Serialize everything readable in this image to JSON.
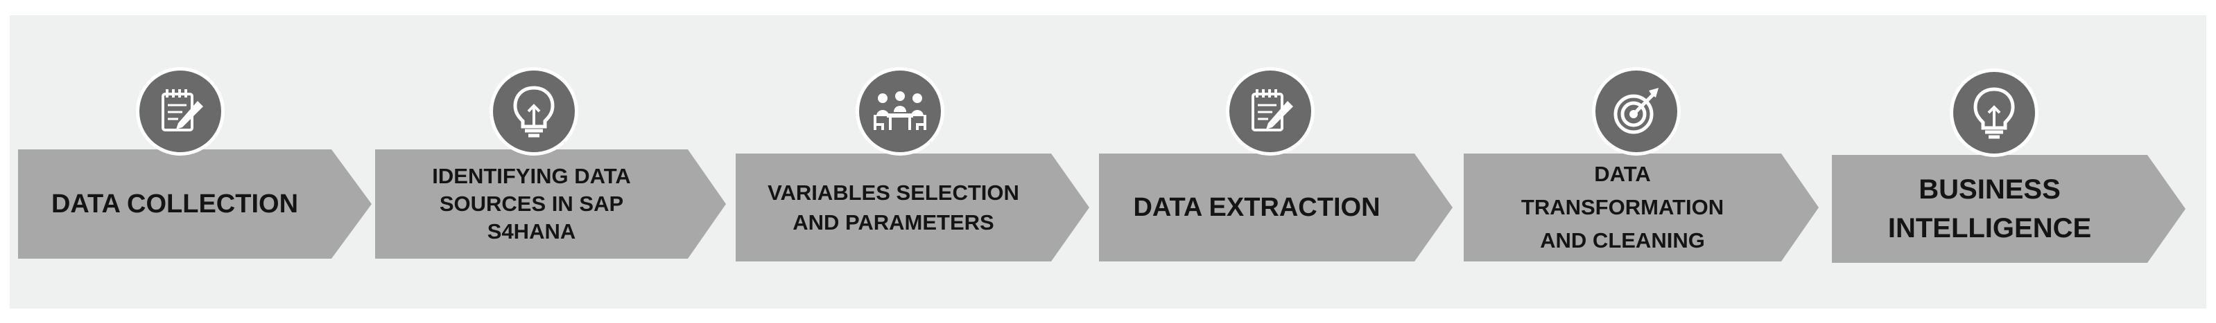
{
  "colors": {
    "background": "#eff1f0",
    "arrow_fill": "#a8a8a8",
    "icon_disc": "#6a6a6a",
    "icon_ring": "#ffffff",
    "text": "#141414"
  },
  "steps": [
    {
      "label": "DATA COLLECTION",
      "icon": "notepad-pencil-icon"
    },
    {
      "label": "IDENTIFYING DATA SOURCES IN SAP S4HANA",
      "icon": "lightbulb-icon"
    },
    {
      "label": "VARIABLES SELECTION AND PARAMETERS",
      "icon": "meeting-table-icon"
    },
    {
      "label": "DATA EXTRACTION",
      "icon": "notepad-pencil-icon"
    },
    {
      "label": "DATA TRANSFORMATION AND CLEANING",
      "icon": "target-icon"
    },
    {
      "label": "BUSINESS INTELLIGENCE",
      "icon": "lightbulb-icon"
    }
  ]
}
